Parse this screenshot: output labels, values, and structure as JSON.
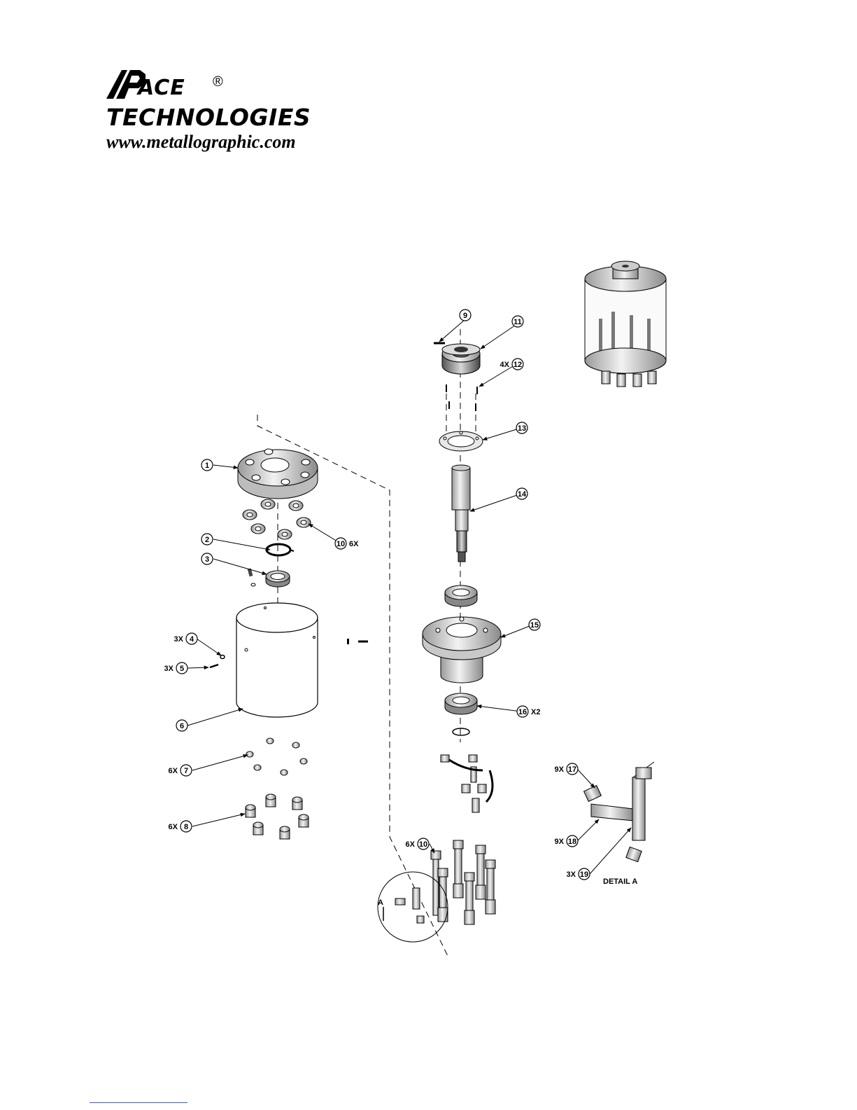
{
  "brand": {
    "name_line1": "ACE",
    "registered": "®",
    "name_line2": "TECHNOLOGIES",
    "website": "www.metallographic.com"
  },
  "callouts": [
    {
      "num": "1",
      "qty": ""
    },
    {
      "num": "2",
      "qty": ""
    },
    {
      "num": "3",
      "qty": ""
    },
    {
      "num": "4",
      "qty": "3X"
    },
    {
      "num": "5",
      "qty": "3X"
    },
    {
      "num": "6",
      "qty": ""
    },
    {
      "num": "7",
      "qty": "6X"
    },
    {
      "num": "8",
      "qty": "6X"
    },
    {
      "num": "9",
      "qty": ""
    },
    {
      "num": "10",
      "qty": "6X"
    },
    {
      "num": "11",
      "qty": ""
    },
    {
      "num": "12",
      "qty": "4X"
    },
    {
      "num": "13",
      "qty": ""
    },
    {
      "num": "14",
      "qty": ""
    },
    {
      "num": "15",
      "qty": ""
    },
    {
      "num": "16",
      "qty": "X2"
    },
    {
      "num": "10",
      "qty": "6X"
    },
    {
      "num": "17",
      "qty": "9X"
    },
    {
      "num": "18",
      "qty": "9X"
    },
    {
      "num": "19",
      "qty": "3X"
    }
  ],
  "detail_label": "DETAIL A",
  "detail_marker": "A"
}
